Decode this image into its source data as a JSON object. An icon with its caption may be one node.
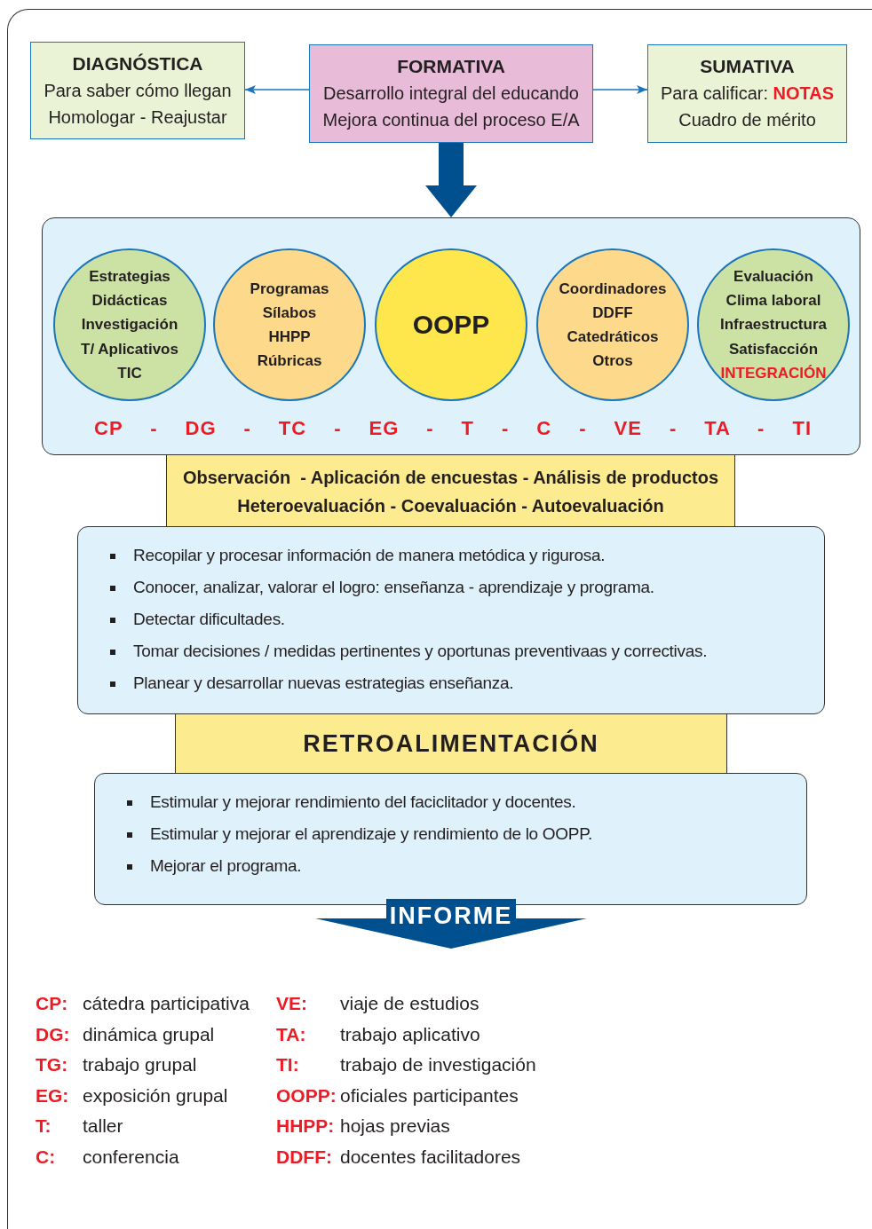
{
  "diagram": {
    "nodes": [
      {
        "text": [
          "DIAGNÓSTICA",
          "Para saber cómo llegan",
          "Homologar - Reajustar"
        ]
      },
      {
        "text": [
          "FORMATIVA",
          "Desarrollo integral del educando",
          "Mejora continua del proceso E/A"
        ]
      },
      {
        "text": [
          "SUMATIVA",
          "Para calificar: **NOTAS**",
          "Cuadro de mérito"
        ]
      },
      {
        "text": [
          "CP - DG - TC - EG - T - C - VE - TA - TI"
        ]
      },
      {
        "text": [
          "Estrategias",
          "Didácticas",
          "Investigación",
          "T/ Aplicativos",
          "TIC"
        ],
        "in": 3
      },
      {
        "text": [
          "Programas",
          "Sílabos",
          "HHPP",
          "Rúbricas"
        ],
        "in": 3
      },
      {
        "text": [
          "OOPP"
        ],
        "in": 3
      },
      {
        "text": [
          "Coordinadores",
          "DDFF",
          "Catedráticos",
          "Otros"
        ],
        "in": 3
      },
      {
        "text": [
          "Evaluación",
          "Clima laboral",
          "Infraestructura",
          "Satisfacción",
          "INTEGRACIÓN"
        ],
        "in": 3
      },
      {
        "text": [
          "Observación  - Aplicación de encuestas - Análisis de productos",
          "Heteroevaluación - Coevaluación - Autoevaluación"
        ]
      },
      {
        "text": [
          "Recopilar y procesar información de manera metódica y rigurosa.",
          "Conocer, analizar, valorar el logro: enseñanza - aprendizaje y programa.",
          "Detectar dificultades.",
          "Tomar decisiones / medidas pertinentes y oportunas preventivaas y correctivas.",
          "Planear y desarrollar nuevas estrategias enseñanza."
        ]
      },
      {
        "text": [
          "RETROALIMENTACIÓN"
        ]
      },
      {
        "text": [
          "Estimular y mejorar rendimiento del faciclitador y docentes.",
          "Estimular y mejorar el aprendizaje y rendimiento de lo OOPP.",
          "Mejorar el programa."
        ]
      },
      {
        "text": [
          "INFORME"
        ]
      }
    ],
    "edges": [
      {
        "from": 1,
        "to": 0,
        "arrow": "to"
      },
      {
        "from": 1,
        "to": 2,
        "arrow": "to"
      },
      {
        "from": 1,
        "to": 3,
        "arrow": "to",
        "style": "thick"
      }
    ],
    "labels": [
      "CP:",
      "cátedra participativa",
      "VE:",
      "viaje de estudios",
      "DG:",
      "dinámica grupal",
      "TA:",
      "trabajo aplicativo",
      "TG:",
      "trabajo grupal",
      "TI:",
      "trabajo de investigación",
      "EG:",
      "exposición grupal",
      "OOPP:",
      "oficiales participantes",
      "T:",
      "taller",
      "HHPP:",
      "hojas previas",
      "C:",
      "conferencia",
      "DDFF:",
      "docentes facilitadores"
    ]
  }
}
